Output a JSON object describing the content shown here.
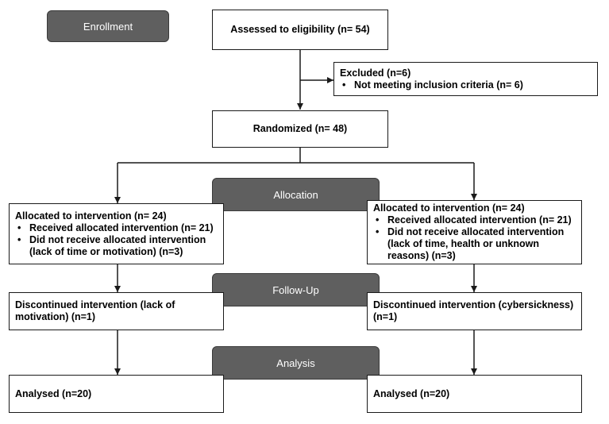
{
  "stages": {
    "enrollment": "Enrollment",
    "allocation": "Allocation",
    "follow_up": "Follow-Up",
    "analysis": "Analysis"
  },
  "assessed": "Assessed to eligibility (n= 54)",
  "excluded": {
    "title": "Excluded (n=6)",
    "items": [
      "Not meeting inclusion criteria (n= 6)"
    ]
  },
  "randomized": "Randomized (n= 48)",
  "left_arm": {
    "allocation_title": "Allocated to intervention (n= 24)",
    "allocation_items": [
      "Received allocated intervention (n= 21)",
      "Did not receive allocated intervention (lack of time or motivation) (n=3)"
    ],
    "followup": "Discontinued intervention (lack of motivation) (n=1)",
    "analysis": "Analysed (n=20)"
  },
  "right_arm": {
    "allocation_title": "Allocated to intervention (n= 24)",
    "allocation_items": [
      "Received allocated intervention (n= 21)",
      "Did not receive allocated intervention (lack of time, health or unknown reasons) (n=3)"
    ],
    "followup": "Discontinued intervention (cybersickness) (n=1)",
    "analysis": "Analysed (n=20)"
  }
}
